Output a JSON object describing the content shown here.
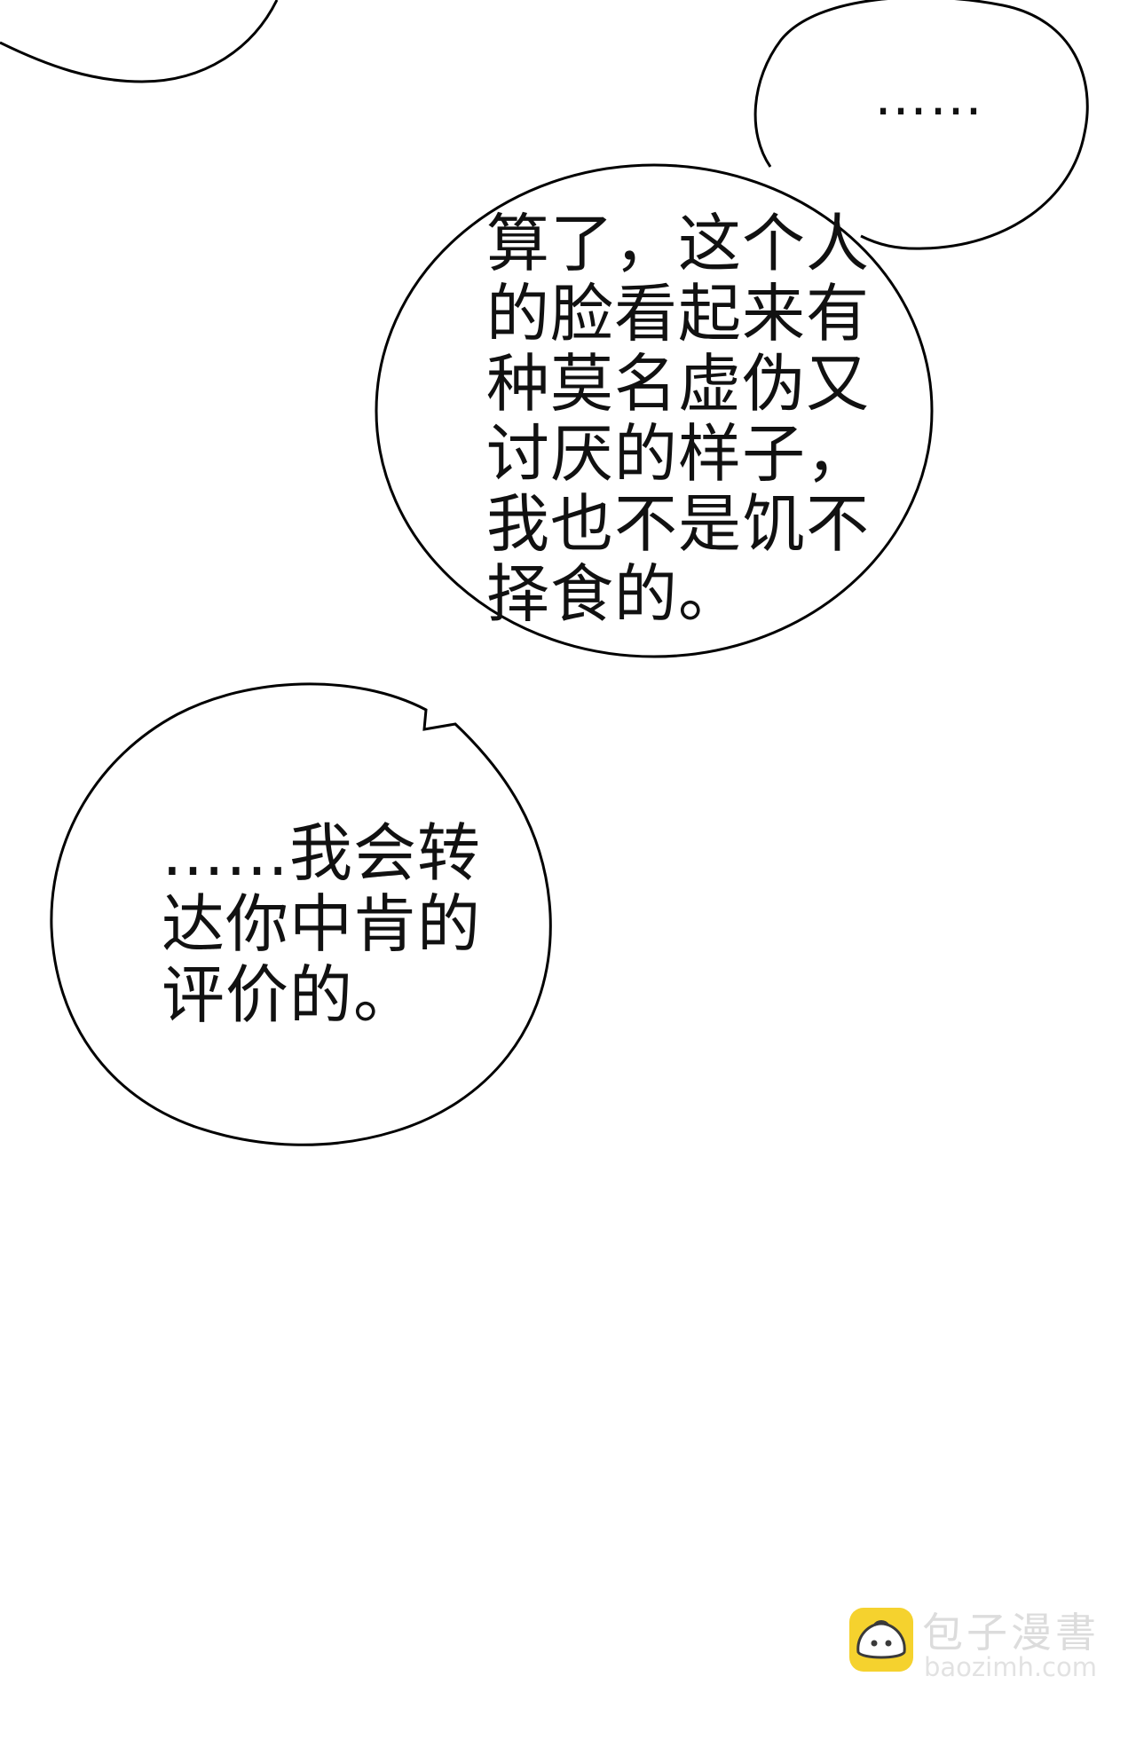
{
  "page": {
    "background": "#ffffff",
    "ink_color": "#111111"
  },
  "bubbles": [
    {
      "name": "top-left-partial-bubble",
      "lines": []
    },
    {
      "name": "ellipsis-bubble",
      "lines": [
        "……"
      ]
    },
    {
      "name": "main-speech-bubble",
      "lines": [
        "算了，这个人",
        "的脸看起来有",
        "种莫名虚伪又",
        "讨厌的样子，",
        "我也不是饥不",
        "择食的。"
      ]
    },
    {
      "name": "reply-speech-bubble",
      "lines": [
        "……我会转",
        "达你中肯的",
        "评价的。"
      ]
    }
  ],
  "watermark": {
    "logo_icon": "bun-mascot-icon",
    "logo_color": "#f5d22e",
    "title": "包子漫書",
    "url": "baozimh.com"
  }
}
